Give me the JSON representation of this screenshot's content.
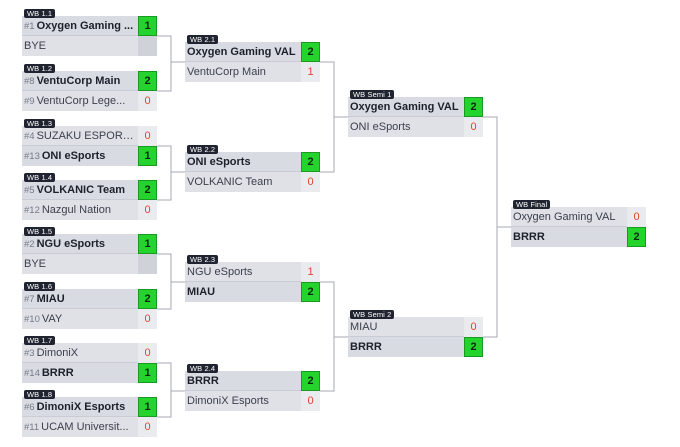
{
  "bracket": {
    "rounds": [
      {
        "matches": [
          {
            "label": "WB 1.1",
            "p1": {
              "seed": "#1",
              "name": "Oxygen Gaming ...",
              "score": "1",
              "winner": true
            },
            "p2": {
              "seed": "",
              "name": "BYE",
              "score": "",
              "winner": false
            }
          },
          {
            "label": "WB 1.2",
            "p1": {
              "seed": "#8",
              "name": "VentuCorp Main",
              "score": "2",
              "winner": true
            },
            "p2": {
              "seed": "#9",
              "name": "VentuCorp Lege...",
              "score": "0",
              "winner": false
            }
          },
          {
            "label": "WB 1.3",
            "p1": {
              "seed": "#4",
              "name": "SUZAKU ESPORTS",
              "score": "0",
              "winner": false
            },
            "p2": {
              "seed": "#13",
              "name": "ONI eSports",
              "score": "1",
              "winner": true
            }
          },
          {
            "label": "WB 1.4",
            "p1": {
              "seed": "#5",
              "name": "VOLKANIC Team",
              "score": "2",
              "winner": true
            },
            "p2": {
              "seed": "#12",
              "name": "Nazgul Nation",
              "score": "0",
              "winner": false
            }
          },
          {
            "label": "WB 1.5",
            "p1": {
              "seed": "#2",
              "name": "NGU eSports",
              "score": "1",
              "winner": true
            },
            "p2": {
              "seed": "",
              "name": "BYE",
              "score": "",
              "winner": false
            }
          },
          {
            "label": "WB 1.6",
            "p1": {
              "seed": "#7",
              "name": "MIAU",
              "score": "2",
              "winner": true
            },
            "p2": {
              "seed": "#10",
              "name": "VAY",
              "score": "0",
              "winner": false
            }
          },
          {
            "label": "WB 1.7",
            "p1": {
              "seed": "#3",
              "name": "DimoniX",
              "score": "0",
              "winner": false
            },
            "p2": {
              "seed": "#14",
              "name": "BRRR",
              "score": "1",
              "winner": true
            }
          },
          {
            "label": "WB 1.8",
            "p1": {
              "seed": "#6",
              "name": "DimoniX Esports",
              "score": "1",
              "winner": true
            },
            "p2": {
              "seed": "#11",
              "name": "UCAM Universit...",
              "score": "0",
              "winner": false
            }
          }
        ]
      },
      {
        "matches": [
          {
            "label": "WB 2.1",
            "p1": {
              "seed": "",
              "name": "Oxygen Gaming VAL",
              "score": "2",
              "winner": true
            },
            "p2": {
              "seed": "",
              "name": "VentuCorp Main",
              "score": "1",
              "winner": false
            }
          },
          {
            "label": "WB 2.2",
            "p1": {
              "seed": "",
              "name": "ONI eSports",
              "score": "2",
              "winner": true
            },
            "p2": {
              "seed": "",
              "name": "VOLKANIC Team",
              "score": "0",
              "winner": false
            }
          },
          {
            "label": "WB 2.3",
            "p1": {
              "seed": "",
              "name": "NGU eSports",
              "score": "1",
              "winner": false
            },
            "p2": {
              "seed": "",
              "name": "MIAU",
              "score": "2",
              "winner": true
            }
          },
          {
            "label": "WB 2.4",
            "p1": {
              "seed": "",
              "name": "BRRR",
              "score": "2",
              "winner": true
            },
            "p2": {
              "seed": "",
              "name": "DimoniX Esports",
              "score": "0",
              "winner": false
            }
          }
        ]
      },
      {
        "matches": [
          {
            "label": "WB Semi 1",
            "p1": {
              "seed": "",
              "name": "Oxygen Gaming VAL",
              "score": "2",
              "winner": true
            },
            "p2": {
              "seed": "",
              "name": "ONI eSports",
              "score": "0",
              "winner": false
            }
          },
          {
            "label": "WB Semi 2",
            "p1": {
              "seed": "",
              "name": "MIAU",
              "score": "0",
              "winner": false
            },
            "p2": {
              "seed": "",
              "name": "BRRR",
              "score": "2",
              "winner": true
            }
          }
        ]
      },
      {
        "matches": [
          {
            "label": "WB Final",
            "p1": {
              "seed": "",
              "name": "Oxygen Gaming VAL",
              "score": "0",
              "winner": false
            },
            "p2": {
              "seed": "",
              "name": "BRRR",
              "score": "2",
              "winner": true
            }
          }
        ]
      }
    ]
  },
  "colors": {
    "background": "#ffffff",
    "row_bg": "#dfe1e7",
    "label_bg": "#1f2430",
    "win_score_bg": "#25d32d",
    "loss_score_color": "#e0452b",
    "connector": "#a6aab4"
  }
}
